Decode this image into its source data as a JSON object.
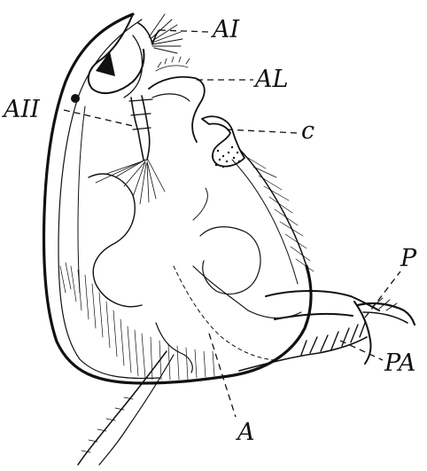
{
  "figure": {
    "labels": {
      "ai": "AI",
      "al": "AL",
      "aii": "AII",
      "c": "c",
      "p": "P",
      "pa": "PA",
      "a": "A"
    }
  }
}
